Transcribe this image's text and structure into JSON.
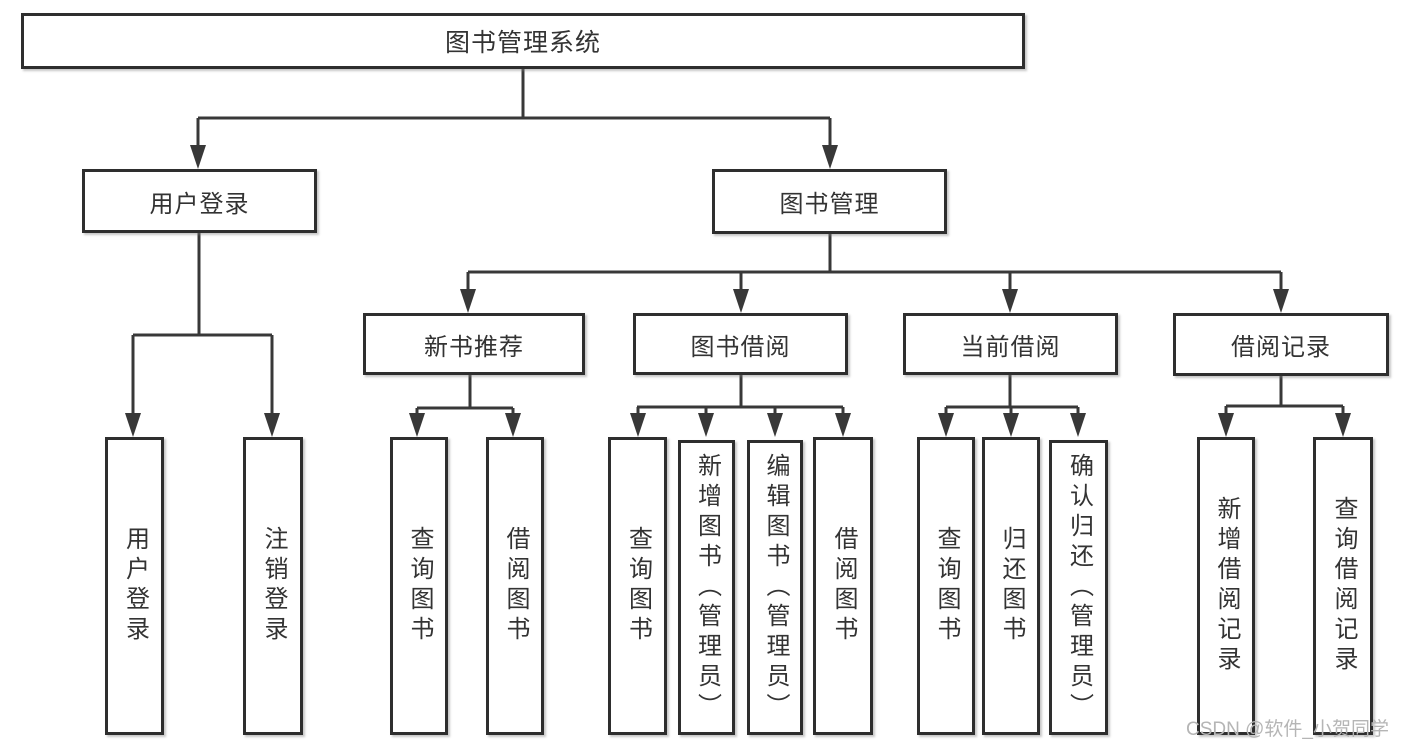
{
  "diagram": {
    "watermark": "CSDN @软件_小贺同学",
    "colors": {
      "line": "#383838",
      "border": "#2e2e2e",
      "text": "#333333",
      "box_bg": "#ffffff",
      "watermark": "#b5b5b5"
    },
    "nodes": {
      "root": {
        "label": "图书管理系统"
      },
      "user_login": {
        "label": "用户登录"
      },
      "book_management": {
        "label": "图书管理"
      },
      "new_book_recommend": {
        "label": "新书推荐"
      },
      "book_borrow": {
        "label": "图书借阅"
      },
      "current_borrow": {
        "label": "当前借阅"
      },
      "borrow_record": {
        "label": "借阅记录"
      },
      "leaf_user_login": {
        "label": "用户登录"
      },
      "leaf_logout_login": {
        "label": "注销登录"
      },
      "leaf_query_book_1": {
        "label": "查询图书"
      },
      "leaf_borrow_book_1": {
        "label": "借阅图书"
      },
      "leaf_query_book_2": {
        "label": "查询图书"
      },
      "leaf_add_book_admin": {
        "label": "新增图书（管理员）"
      },
      "leaf_edit_book_admin": {
        "label": "编辑图书（管理员）"
      },
      "leaf_borrow_book_2": {
        "label": "借阅图书"
      },
      "leaf_query_book_3": {
        "label": "查询图书"
      },
      "leaf_return_book": {
        "label": "归还图书"
      },
      "leaf_confirm_return_admin": {
        "label": "确认归还（管理员）"
      },
      "leaf_add_borrow_record": {
        "label": "新增借阅记录"
      },
      "leaf_query_borrow_record": {
        "label": "查询借阅记录"
      }
    }
  }
}
